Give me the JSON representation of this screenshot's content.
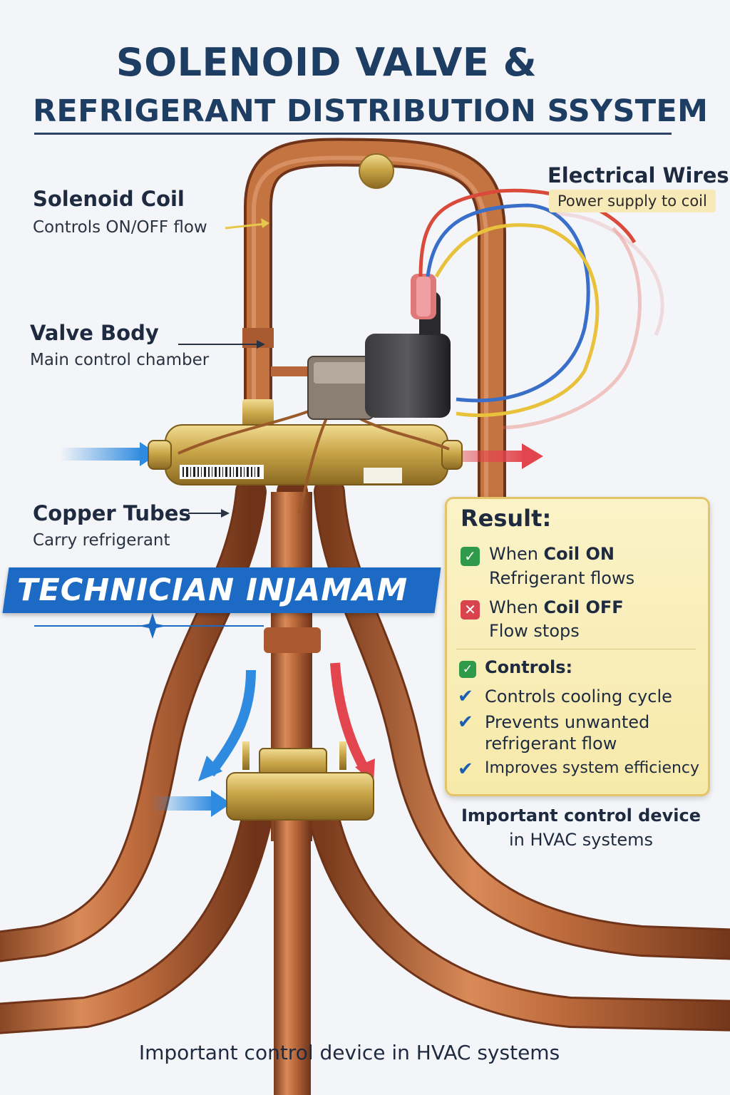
{
  "title": {
    "line1": "SOLENOID VALVE &",
    "line2": "REFRIGERANT DISTRIBUTION SSYSTEM"
  },
  "labels": {
    "solenoid_coil": {
      "heading": "Solenoid Coil",
      "sub": "Controls ON/OFF flow"
    },
    "valve_body": {
      "heading": "Valve Body",
      "sub": "Main control chamber"
    },
    "copper_tubes": {
      "heading": "Copper Tubes",
      "sub": "Carry refrigerant"
    },
    "electrical_wires": {
      "heading": "Electrical Wires",
      "sub": "Power supply to coil"
    }
  },
  "banner": "TECHNICIAN INJAMAM",
  "result": {
    "title": "Result:",
    "coil_on": {
      "prefix": "When ",
      "bold": "Coil ON",
      "sub": "Refrigerant flows"
    },
    "coil_off": {
      "prefix": "When ",
      "bold": "Coil OFF",
      "sub": "Flow stops"
    },
    "controls_title": "Controls:",
    "controls": [
      [
        "Controls cooling cycle"
      ],
      [
        "Prevents unwanted",
        "refrigerant flow"
      ],
      [
        "Improves system efficiency"
      ]
    ]
  },
  "caption": {
    "line1": "Important control device",
    "line2": "in HVAC systems"
  },
  "footer": "Important control device in HVAC systems",
  "colors": {
    "title": "#1d3d63",
    "banner": "#1c6ac4",
    "copper": "#b8673a",
    "brass": "#c9a548",
    "flow_in": "#2f8be0",
    "flow_out": "#e2454d",
    "check": "#2f9b4a",
    "cross": "#d9434d"
  }
}
